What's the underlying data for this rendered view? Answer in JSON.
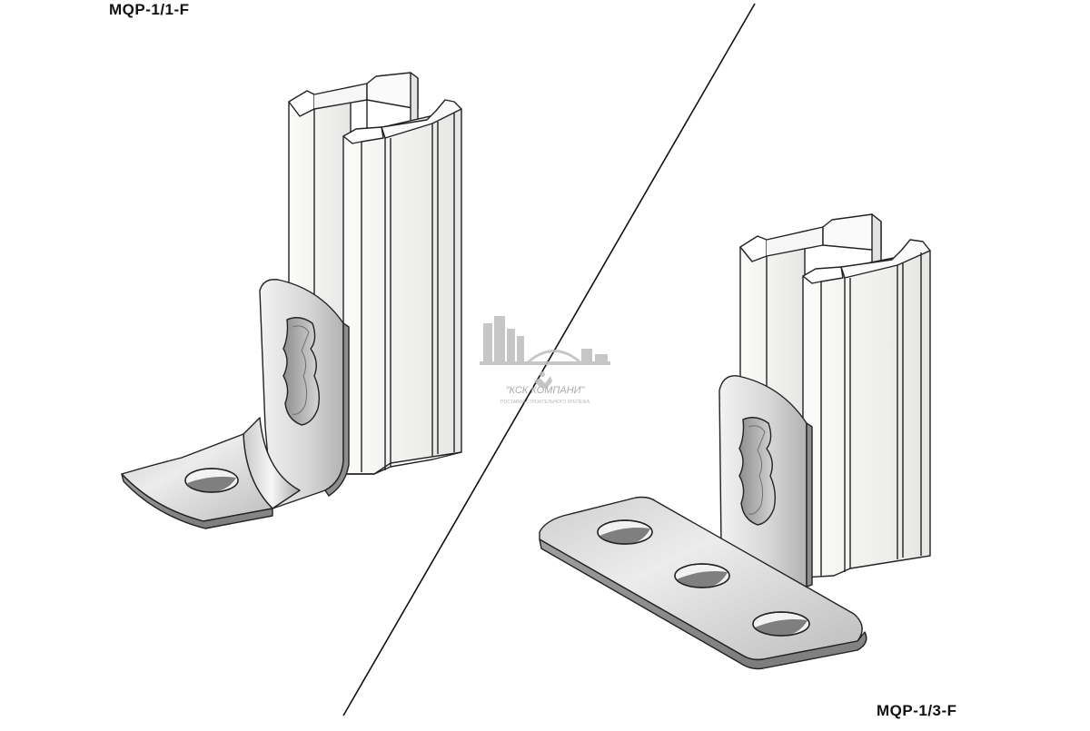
{
  "products": {
    "left": {
      "code": "MQP-1/1-F"
    },
    "right": {
      "code": "MQP-1/3-F"
    }
  },
  "watermark": {
    "company": "\"КСК КОМПАНИ\"",
    "tagline": "ПОСТАВКИ СТРОИТЕЛЬНОГО КРЕПЕЖА"
  },
  "colors": {
    "line": "#111111",
    "channel_fill": "#f3f3f1",
    "metal_light": "#e9e9e9",
    "metal_mid": "#cfcfcf",
    "metal_dark": "#9c9c9c",
    "watermark": "#a9a9a9"
  }
}
